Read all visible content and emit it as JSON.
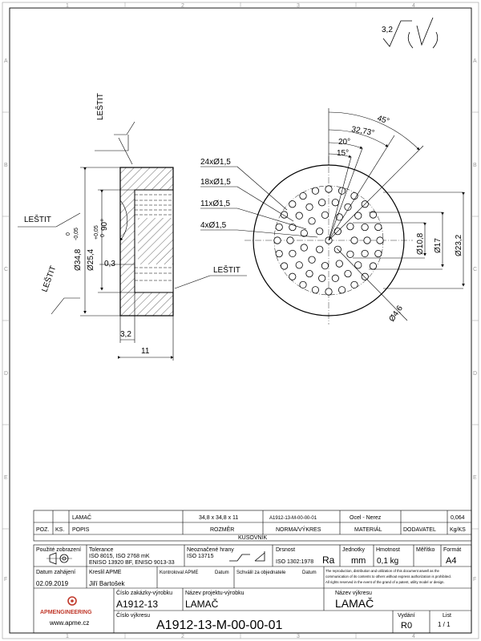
{
  "frame": {
    "cols": [
      "1",
      "2",
      "3",
      "4"
    ],
    "rows": [
      "A",
      "B",
      "C",
      "D",
      "E",
      "F"
    ]
  },
  "surface": {
    "roughness": "3,2"
  },
  "side_view": {
    "polish_top": "LEŠTIT",
    "polish_left_top": "LEŠTIT",
    "polish_left_bottom": "LEŠTIT",
    "polish_right": "LEŠTIT",
    "dim_outer": "Ø34,8",
    "dim_outer_tol_upper": "0",
    "dim_outer_tol_lower": "-0,05",
    "dim_inner": "Ø25,4",
    "dim_inner_tol_upper": "+0,05",
    "dim_inner_tol_lower": "0",
    "dim_angle": "90°",
    "dim_chamfer": "0,3",
    "dim_step": "3,2",
    "dim_thickness": "11"
  },
  "front_view": {
    "holes_24": "24xØ1,5",
    "holes_18": "18xØ1,5",
    "holes_11": "11xØ1,5",
    "holes_4": "4xØ1,5",
    "angle_45": "45°",
    "angle_3273": "32,73°",
    "angle_20": "20°",
    "angle_15": "15°",
    "dim_108": "Ø10,8",
    "dim_17": "Ø17",
    "dim_232": "Ø23,2",
    "dim_46": "Ø4,6"
  },
  "parts_list": {
    "row": {
      "name": "LAMAČ",
      "size": "34,8 x 34,8 x 11",
      "norm": "A1912-13-M-00-00-01",
      "material": "Ocel - Nerez",
      "weight": "0,064"
    },
    "headers": {
      "pos": "POZ.",
      "ks": "KS.",
      "popis": "POPIS",
      "rozmer": "ROZMĚR",
      "norma": "NORMA/VÝKRES",
      "material": "MATERIÁL",
      "dodavatel": "DODAVATEL",
      "kgks": "Kg/KS"
    },
    "title": "KUSOVNÍK"
  },
  "title_block": {
    "projection_label": "Použité zobrazení",
    "tolerance_label": "Tolerance",
    "tolerance_1": "ISO 8015, ISO 2768 mK",
    "tolerance_2": "ENISO 13920 BF, ENISO 9013-33",
    "edges_label": "Neoznačené hrany",
    "edges_std": "ISO 13715",
    "roughness_label": "Drsnost",
    "roughness_std": "ISO 1302:1978",
    "roughness_val": "Ra",
    "units_label": "Jednotky",
    "units_val": "mm",
    "mass_label": "Hmotnost",
    "mass_val": "0,1 kg",
    "scale_label": "Měřítko",
    "format_label": "Formát",
    "format_val": "A4",
    "start_label": "Datum zahájení",
    "start_val": "02.09.2019",
    "drawn_label": "Kreslil APME",
    "drawn_val": "Jiří Bartošek",
    "checked_label": "Kontroloval APME",
    "checked_date": "Datum",
    "approved_label": "Schválil za objednatele",
    "approved_date": "Datum",
    "copyright_1": "The reproduction, distribution and utilization of this document aswell as the",
    "copyright_2": "communication of its contents to others without express authorization is prohibited.",
    "copyright_3": "All rights reserved in the event of the grand of a patent, utility model or design.",
    "company": "APMENGINEERING",
    "website": "www.apme.cz",
    "order_label": "Číslo zakázky-výrobku",
    "order_val": "A1912-13",
    "project_label": "Název projektu-výrobku",
    "project_val": "LAMAČ",
    "drawing_name_label": "Název výkresu",
    "drawing_name_val": "LAMAČ",
    "drawing_no_label": "Číslo výkresu",
    "drawing_no_val": "A1912-13-M-00-00-01",
    "issue_label": "Vydání",
    "issue_val": "R0",
    "sheet_label": "List",
    "sheet_val": "1 / 1"
  }
}
